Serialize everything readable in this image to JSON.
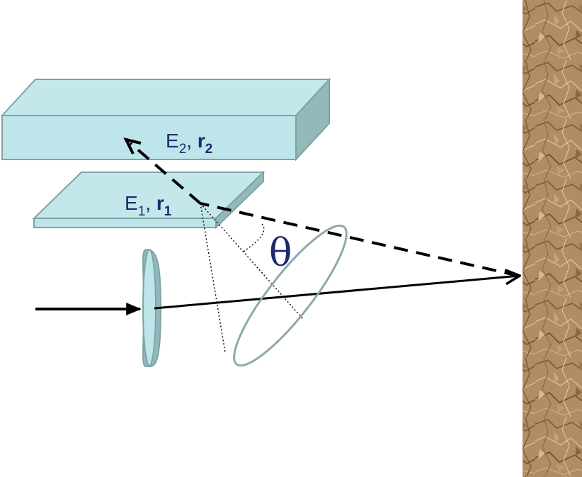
{
  "labels": {
    "plate2": {
      "symbol": "E",
      "symbol_sub": "2",
      "sep": ", ",
      "param": "r",
      "param_sub": "2"
    },
    "plate1": {
      "symbol": "E",
      "symbol_sub": "1",
      "sep": ", ",
      "param": "r",
      "param_sub": "1"
    },
    "angle": "θ"
  },
  "colors": {
    "glass_face": "#bde5ea",
    "glass_side": "#93b9bb",
    "glass_edge": "#7fa3a6",
    "lens_face": "#bde5ea",
    "ellipse_stroke": "#8fa9ab",
    "ray": "#000000",
    "label": "#1f2a6b",
    "wall_base": "#b08a62"
  }
}
